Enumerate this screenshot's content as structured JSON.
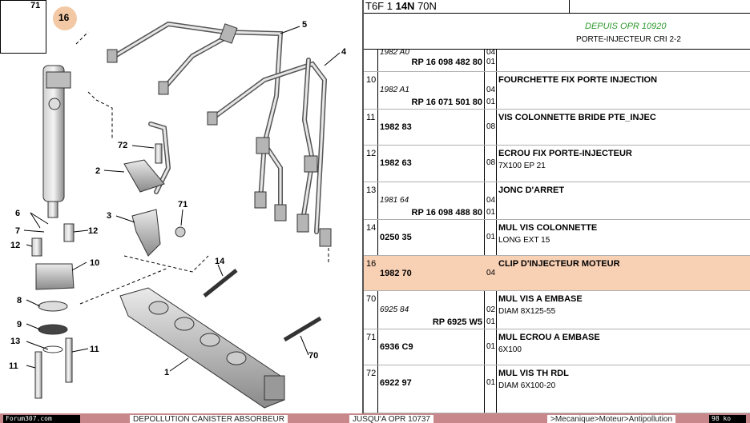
{
  "diagram": {
    "thumbnail_label": "71",
    "highlight_label": "16",
    "callouts": [
      "1",
      "2",
      "3",
      "4",
      "5",
      "6",
      "7",
      "8",
      "9",
      "10",
      "11",
      "11",
      "12",
      "12",
      "13",
      "14",
      "70",
      "71",
      "72"
    ]
  },
  "panel": {
    "header": {
      "code_a": "T6F 1",
      "code_b": "14N",
      "code_c": "70N"
    },
    "depuis": "DEPUIS OPR 10920",
    "subtitle": "PORTE-INJECTEUR CRI 2-2",
    "rows": [
      {
        "num": "",
        "alt": "1982 A0",
        "ref": "RP 16 098 482 80",
        "q1": "04",
        "q2": "01",
        "title": "",
        "desc": ""
      },
      {
        "num": "10",
        "alt": "1982 A1",
        "ref": "RP 16 071 501 80",
        "q1": "04",
        "q2": "01",
        "title": "FOURCHETTE FIX PORTE INJECTION",
        "desc": ""
      },
      {
        "num": "11",
        "alt": "",
        "ref": "1982 83",
        "q1": "08",
        "q2": "",
        "title": "VIS COLONNETTE BRIDE PTE_INJEC",
        "desc": ""
      },
      {
        "num": "12",
        "alt": "",
        "ref": "1982 63",
        "q1": "08",
        "q2": "",
        "title": "ECROU FIX PORTE-INJECTEUR",
        "desc": "7X100 EP 21"
      },
      {
        "num": "13",
        "alt": "1981 64",
        "ref": "RP 16 098 488 80",
        "q1": "04",
        "q2": "01",
        "title": "JONC D'ARRET",
        "desc": ""
      },
      {
        "num": "14",
        "alt": "",
        "ref": "0250 35",
        "q1": "01",
        "q2": "",
        "title": "MUL VIS COLONNETTE",
        "desc": "LONG EXT 15"
      },
      {
        "num": "16",
        "alt": "",
        "ref": "1982 70",
        "q1": "04",
        "q2": "",
        "title": "CLIP D'INJECTEUR MOTEUR",
        "desc": ""
      },
      {
        "num": "70",
        "alt": "6925 84",
        "ref": "RP 6925 W5",
        "q1": "02",
        "q2": "01",
        "title": "MUL VIS A EMBASE",
        "desc": "DIAM 8X125-55"
      },
      {
        "num": "71",
        "alt": "",
        "ref": "6936 C9",
        "q1": "01",
        "q2": "",
        "title": "MUL ECROU A EMBASE",
        "desc": "6X100"
      },
      {
        "num": "72",
        "alt": "",
        "ref": "6922 97",
        "q1": "01",
        "q2": "",
        "title": "MUL VIS TH RDL",
        "desc": "DIAM 6X100-20"
      }
    ]
  },
  "status": {
    "site": "Forum307.com",
    "text_1": "DEPOLLUTION CANISTER ABSORBEUR",
    "text_2": "JUSQU'A OPR 10737",
    "path": ">Mecanique>Moteur>Antipollution",
    "size": "98 ko"
  },
  "colors": {
    "highlight": "#f8d0b4",
    "depuis": "#2e9a2e",
    "statusbar": "#c8878a"
  }
}
